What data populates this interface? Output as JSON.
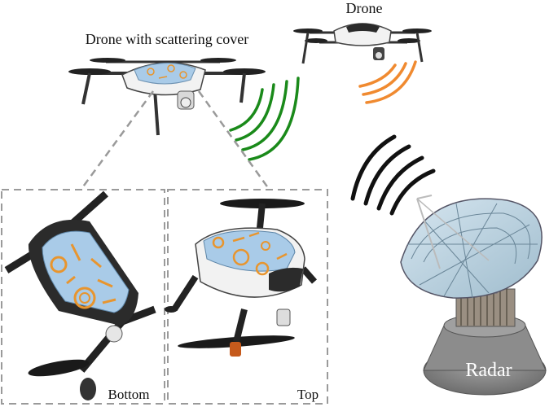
{
  "labels": {
    "scatter_drone": "Drone with scattering cover",
    "plain_drone": "Drone",
    "bottom_view": "Bottom",
    "top_view": "Top",
    "radar": "Radar"
  },
  "colors": {
    "scatter_wave": "#1a8a1a",
    "plain_wave": "#f08a30",
    "radar_wave": "#111111",
    "cover_blue": "#a9cbe8",
    "ring_orange": "#e8952e",
    "drone_white": "#f2f2f2",
    "drone_dark": "#2b2b2b",
    "dish": "#b9d3e3",
    "base": "#8c8c8c",
    "dashed_frame": "#9a9a9a"
  },
  "icons": {
    "scatter_drone": "drone-icon",
    "plain_drone": "drone-icon",
    "radar": "radar-dish-icon"
  }
}
